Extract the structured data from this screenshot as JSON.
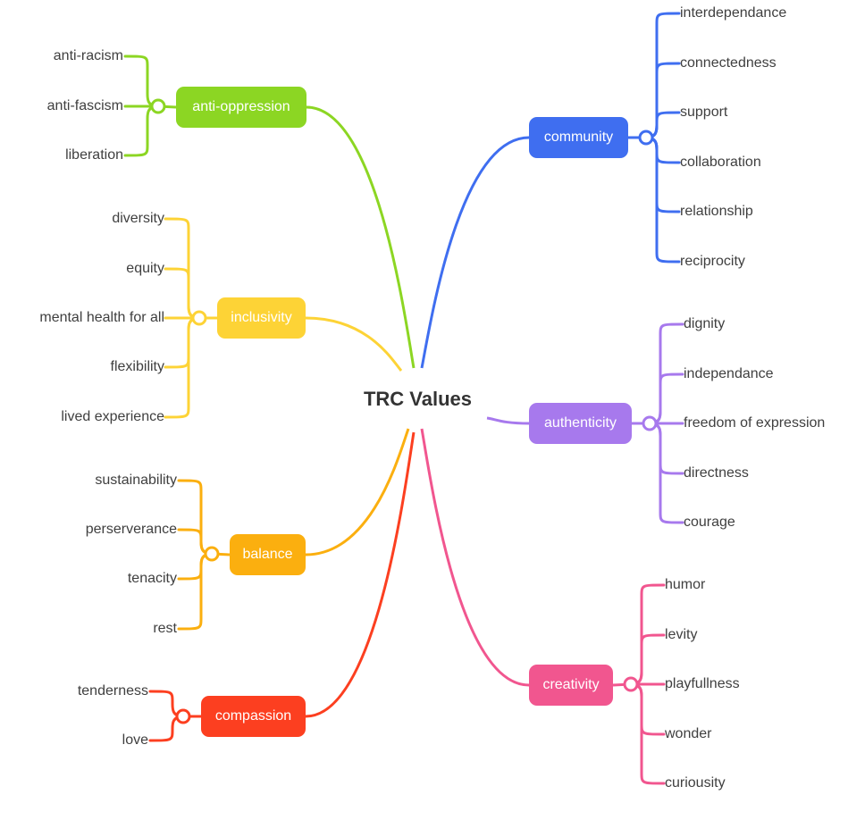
{
  "root": {
    "label": "TRC Values"
  },
  "branches": [
    {
      "id": "anti-oppression",
      "label": "anti-oppression",
      "color": "#8cd623",
      "side": "left",
      "children": [
        "anti-racism",
        "anti-fascism",
        "liberation"
      ]
    },
    {
      "id": "inclusivity",
      "label": "inclusivity",
      "color": "#fdd336",
      "side": "left",
      "children": [
        "diversity",
        "equity",
        "mental health for all",
        "flexibility",
        "lived experience"
      ]
    },
    {
      "id": "balance",
      "label": "balance",
      "color": "#fbaf0f",
      "side": "left",
      "children": [
        "sustainability",
        "perserverance",
        "tenacity",
        "rest"
      ]
    },
    {
      "id": "compassion",
      "label": "compassion",
      "color": "#fc3f20",
      "side": "left",
      "children": [
        "tenderness",
        "love"
      ]
    },
    {
      "id": "community",
      "label": "community",
      "color": "#3f6ef0",
      "side": "right",
      "children": [
        "interdependance",
        "connectedness",
        "support",
        "collaboration",
        "relationship",
        "reciprocity"
      ]
    },
    {
      "id": "authenticity",
      "label": "authenticity",
      "color": "#a779ed",
      "side": "right",
      "children": [
        "dignity",
        "independance",
        "freedom of expression",
        "directness",
        "courage"
      ]
    },
    {
      "id": "creativity",
      "label": "creativity",
      "color": "#f1568f",
      "side": "right",
      "children": [
        "humor",
        "levity",
        "playfullness",
        "wonder",
        "curiousity"
      ]
    }
  ]
}
